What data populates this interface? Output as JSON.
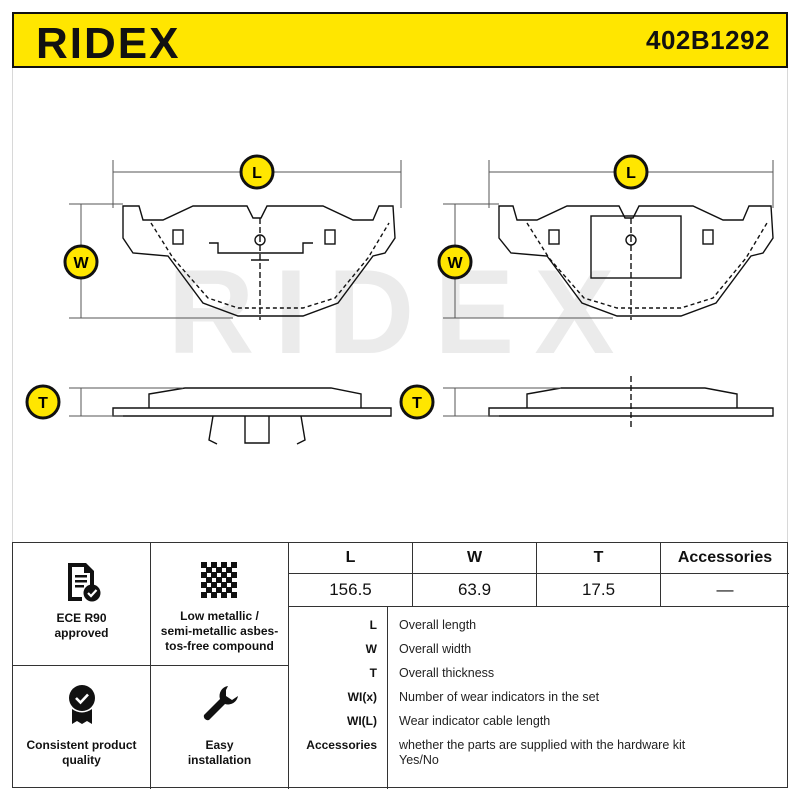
{
  "brand": "RIDEX",
  "part_number": "402B1292",
  "watermark": "RIDEX",
  "drawing": {
    "labels": {
      "length": "L",
      "width": "W",
      "thickness": "T"
    }
  },
  "features": [
    {
      "icon": "document-check-icon",
      "label_line1": "ECE R90",
      "label_line2": "approved"
    },
    {
      "icon": "mesh-pattern-icon",
      "label_line1": "Low metallic /",
      "label_line2": "semi-metallic asbes-",
      "label_line3": "tos-free compound"
    },
    {
      "icon": "shield-check-icon",
      "label_line1": "Consistent product",
      "label_line2": "quality"
    },
    {
      "icon": "wrench-icon",
      "label_line1": "Easy",
      "label_line2": "installation"
    }
  ],
  "dimensions": {
    "headers": [
      "L",
      "W",
      "T",
      "Accessories"
    ],
    "values": [
      "156.5",
      "63.9",
      "17.5",
      "—"
    ]
  },
  "legend": [
    {
      "key": "L",
      "desc": "Overall length"
    },
    {
      "key": "W",
      "desc": "Overall width"
    },
    {
      "key": "T",
      "desc": "Overall thickness"
    },
    {
      "key": "WI(x)",
      "desc": "Number of wear indicators in the set"
    },
    {
      "key": "WI(L)",
      "desc": "Wear indicator cable length"
    },
    {
      "key": "Accessories",
      "desc": "whether the parts are supplied with the hardware kit",
      "desc2": "Yes/No"
    }
  ],
  "colors": {
    "accent_yellow": "#ffe600",
    "ink": "#111111",
    "watermark": "#ebebeb"
  }
}
